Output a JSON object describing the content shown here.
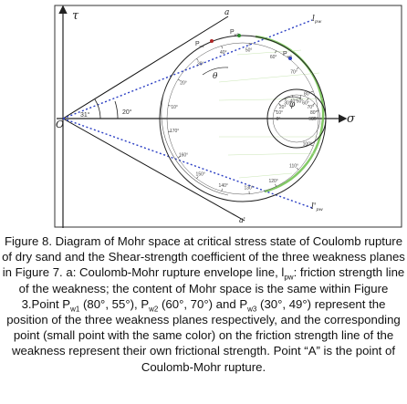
{
  "diagram": {
    "axis_tau": "τ",
    "axis_sigma": "σ",
    "origin": "O",
    "envelope_upper": "a",
    "envelope_lower": "a'",
    "friction_upper": "l",
    "friction_upper_sub": "pw",
    "friction_lower": "l'",
    "friction_lower_sub": "pw",
    "angle_31": "31°",
    "angle_20": "20°",
    "point_pw1": "P",
    "point_pw1_sub": "w1",
    "point_pw2": "P",
    "point_pw2_sub": "w2",
    "point_pw3": "P",
    "point_pw3_sub": "w3",
    "theta": "θ",
    "phi": "φ",
    "big_circle_ticks": [
      "10°",
      "20°",
      "30°",
      "40°",
      "50°",
      "60°",
      "70°",
      "80°",
      "90°",
      "100°",
      "110°",
      "120°",
      "130°",
      "140°",
      "150°",
      "160°",
      "170°"
    ],
    "small_circle_ticks": [
      "0°",
      "10°",
      "20°",
      "30°",
      "40°",
      "50°",
      "60°",
      "70°",
      "80°",
      "90°"
    ],
    "colors": {
      "axis": "#222222",
      "envelope": "#111111",
      "friction_line": "#2b3fc4",
      "circle": "#222222",
      "green_arc": "#6cc04a",
      "frame": "#333333"
    }
  },
  "caption": {
    "p1": "Figure 8. Diagram of Mohr space at critical stress state of Coulomb rupture of dry sand and the Shear-strength coefficient of the three weakness planes in Figure 7. a: Coulomb-Mohr rupture envelope line, l",
    "p1_sub": "pw",
    "p2": ": friction strength line of the weakness; the content of Mohr space is the same within Figure 3.Point P",
    "p2_sub": "w1",
    "p3": " (80°, 55°), P",
    "p3_sub": "w2",
    "p4": " (60°, 70°) and P",
    "p4_sub": "w3",
    "p5": " (30°, 49°) represent the position of the three weakness planes respectively, and the corresponding point (small point with the same color) on the friction strength line of the weakness represent their own frictional strength. Point “A” is the point of Coulomb-Mohr rupture."
  }
}
